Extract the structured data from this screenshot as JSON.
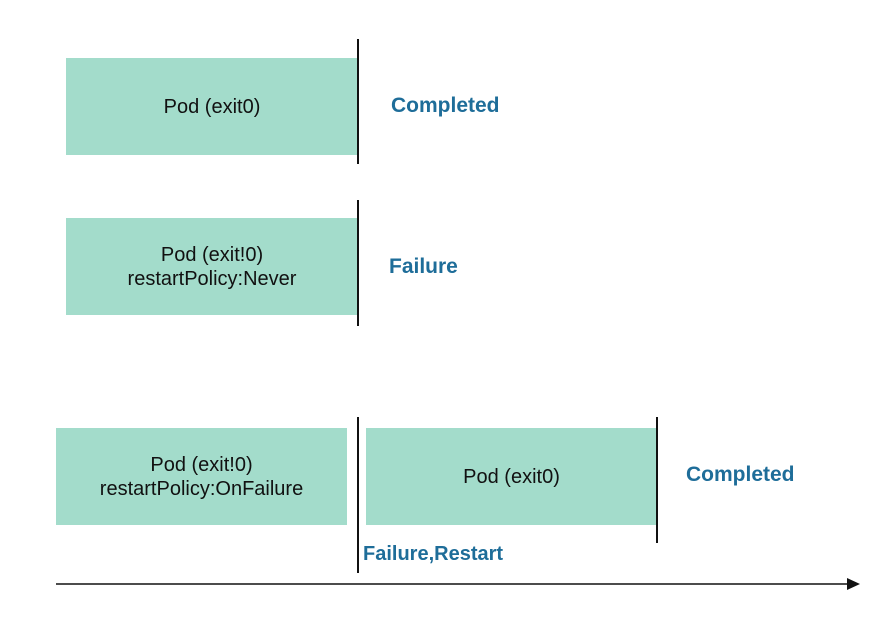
{
  "rows": [
    {
      "box": {
        "lines": [
          "Pod (exit0)"
        ]
      },
      "status": "Completed"
    },
    {
      "box": {
        "lines": [
          "Pod (exit!0)",
          "restartPolicy:Never"
        ]
      },
      "status": "Failure"
    },
    {
      "box": {
        "lines": [
          "Pod (exit!0)",
          "restartPolicy:OnFailure"
        ]
      },
      "transition": "Failure,Restart",
      "box2": {
        "lines": [
          "Pod (exit0)"
        ]
      },
      "status": "Completed"
    }
  ],
  "colors": {
    "box_fill": "#a3dccb",
    "status_text": "#1e6d99",
    "line": "#111111"
  },
  "icons": {
    "timeline_arrow": "arrow-right-icon"
  }
}
